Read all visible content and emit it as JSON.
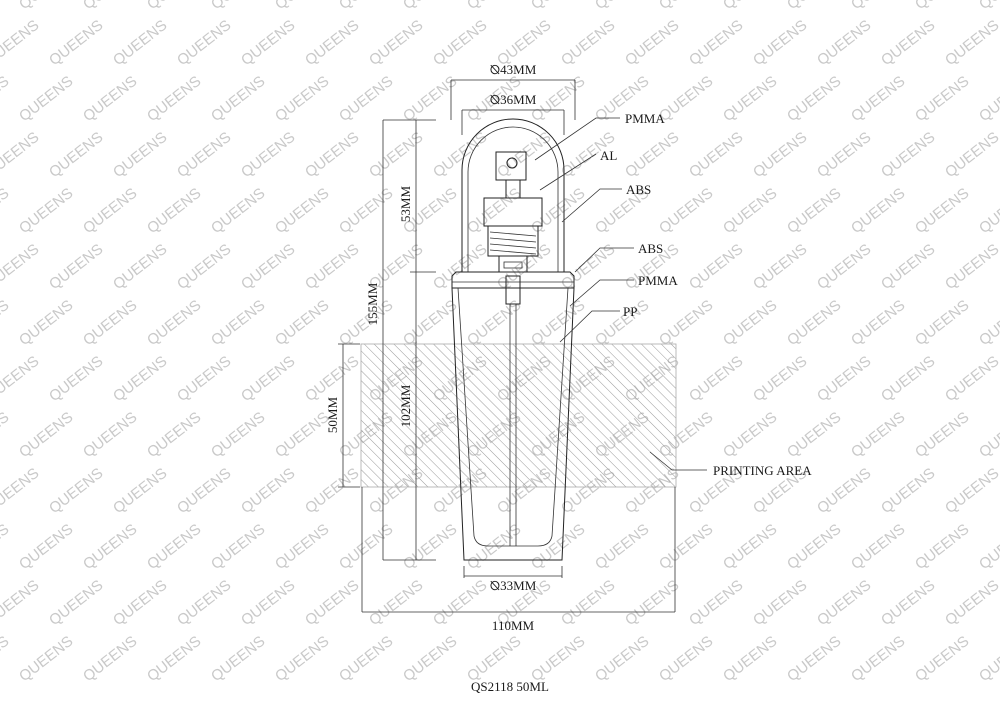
{
  "watermark": "QUEENS",
  "dimensions": {
    "cap_outer_dia": "⦰43MM",
    "cap_inner_dia": "⦰36MM",
    "bottom_dia": "⦰33MM",
    "total_height": "155MM",
    "cap_height": "53MM",
    "body_height": "102MM",
    "print_height": "50MM",
    "print_width": "110MM"
  },
  "materials": {
    "overcap": "PMMA",
    "collar": "AL",
    "inner_cap": "ABS",
    "shoulder": "ABS",
    "outer_bottle": "PMMA",
    "inner_bottle": "PP"
  },
  "labels": {
    "printing_area": "PRINTING AREA",
    "model": "QS2118  50ML"
  },
  "colors": {
    "line": "#222222",
    "watermark": "#c9c9c9",
    "hatch": "#9a9a9a"
  }
}
